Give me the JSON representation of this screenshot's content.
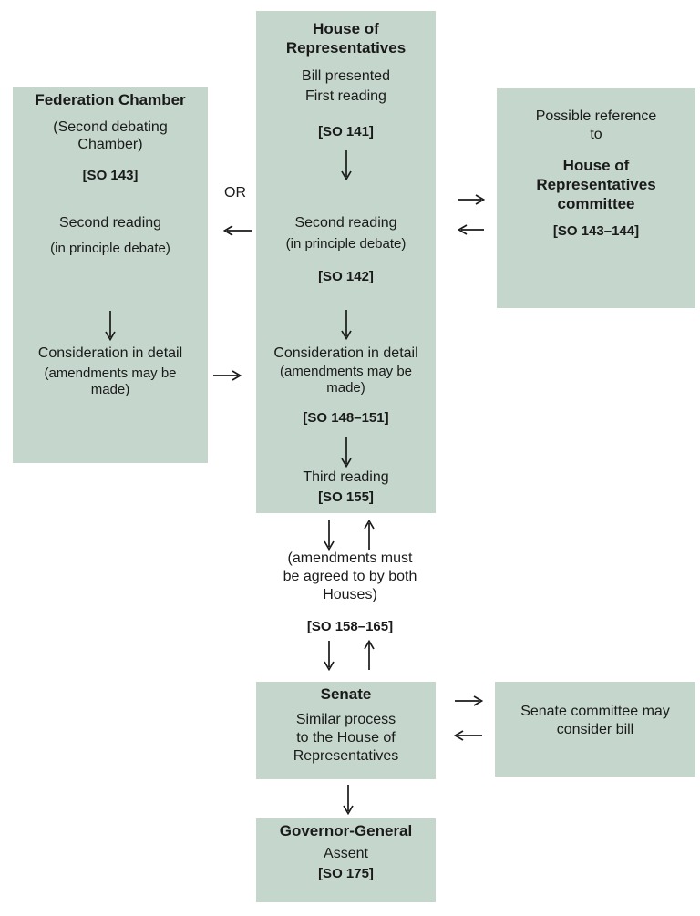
{
  "colors": {
    "box_fill": "#c5d6cc",
    "text": "#1a1a1a",
    "background": "#ffffff"
  },
  "icons": {
    "down_arrow": "↓",
    "up_arrow": "↑",
    "left_arrow": "←",
    "right_arrow": "→"
  },
  "house": {
    "title_lines": [
      "House of",
      "Representatives"
    ],
    "bill_presented": "Bill presented",
    "first_reading": "First reading",
    "so_first": "[SO 141]",
    "second_reading": "Second reading",
    "second_reading_note": "(in principle debate)",
    "so_second": "[SO 142]",
    "consideration": "Consideration in detail",
    "consideration_note_lines": [
      "(amendments may be",
      "made)"
    ],
    "so_consideration": "[SO 148–151]",
    "third_reading": "Third reading",
    "so_third": "[SO 155]"
  },
  "federation_chamber": {
    "title": "Federation Chamber",
    "subtitle_lines": [
      "(Second debating",
      "Chamber)"
    ],
    "so": "[SO 143]",
    "second_reading": "Second reading",
    "second_reading_note": "(in principle debate)",
    "consideration": "Consideration in detail",
    "consideration_note_lines": [
      "(amendments may be",
      "made)"
    ]
  },
  "house_committee": {
    "intro_lines": [
      "Possible reference",
      "to"
    ],
    "title_lines": [
      "House of",
      "Representatives",
      "committee"
    ],
    "so": "[SO 143–144]"
  },
  "connectors": {
    "or_label": "OR"
  },
  "between_houses": {
    "note_lines": [
      "(amendments must",
      "be agreed to by both",
      "Houses)"
    ],
    "so": "[SO 158–165]"
  },
  "senate": {
    "title": "Senate",
    "body_lines": [
      "Similar process",
      "to the House of",
      "Representatives"
    ]
  },
  "senate_committee": {
    "body_lines": [
      "Senate committee may",
      "consider bill"
    ]
  },
  "governor_general": {
    "title": "Governor-General",
    "body": "Assent",
    "so": "[SO 175]"
  }
}
